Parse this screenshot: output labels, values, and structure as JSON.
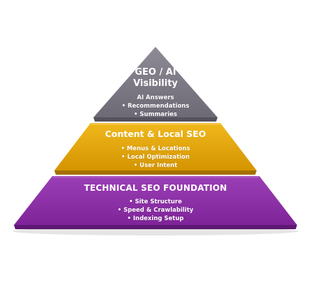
{
  "colors": {
    "top_tier": "#7a7683",
    "middle_tier": "#e2a400",
    "bottom_tier": "#8d2fa8",
    "text": "#ffffff"
  },
  "tiers": [
    {
      "title_line1": "GEO / AI",
      "title_line2": "Visibility",
      "items": [
        "AI Answers",
        "• Recommendations",
        "• Summaries"
      ]
    },
    {
      "title": "Content & Local SEO",
      "items": [
        "• Menus & Locations",
        "• Local Optimization",
        "• User Intent"
      ]
    },
    {
      "title": "TECHNICAL SEO FOUNDATION",
      "items": [
        "• Site Structure",
        "• Speed & Crawlability",
        "• Indexing Setup"
      ]
    }
  ]
}
